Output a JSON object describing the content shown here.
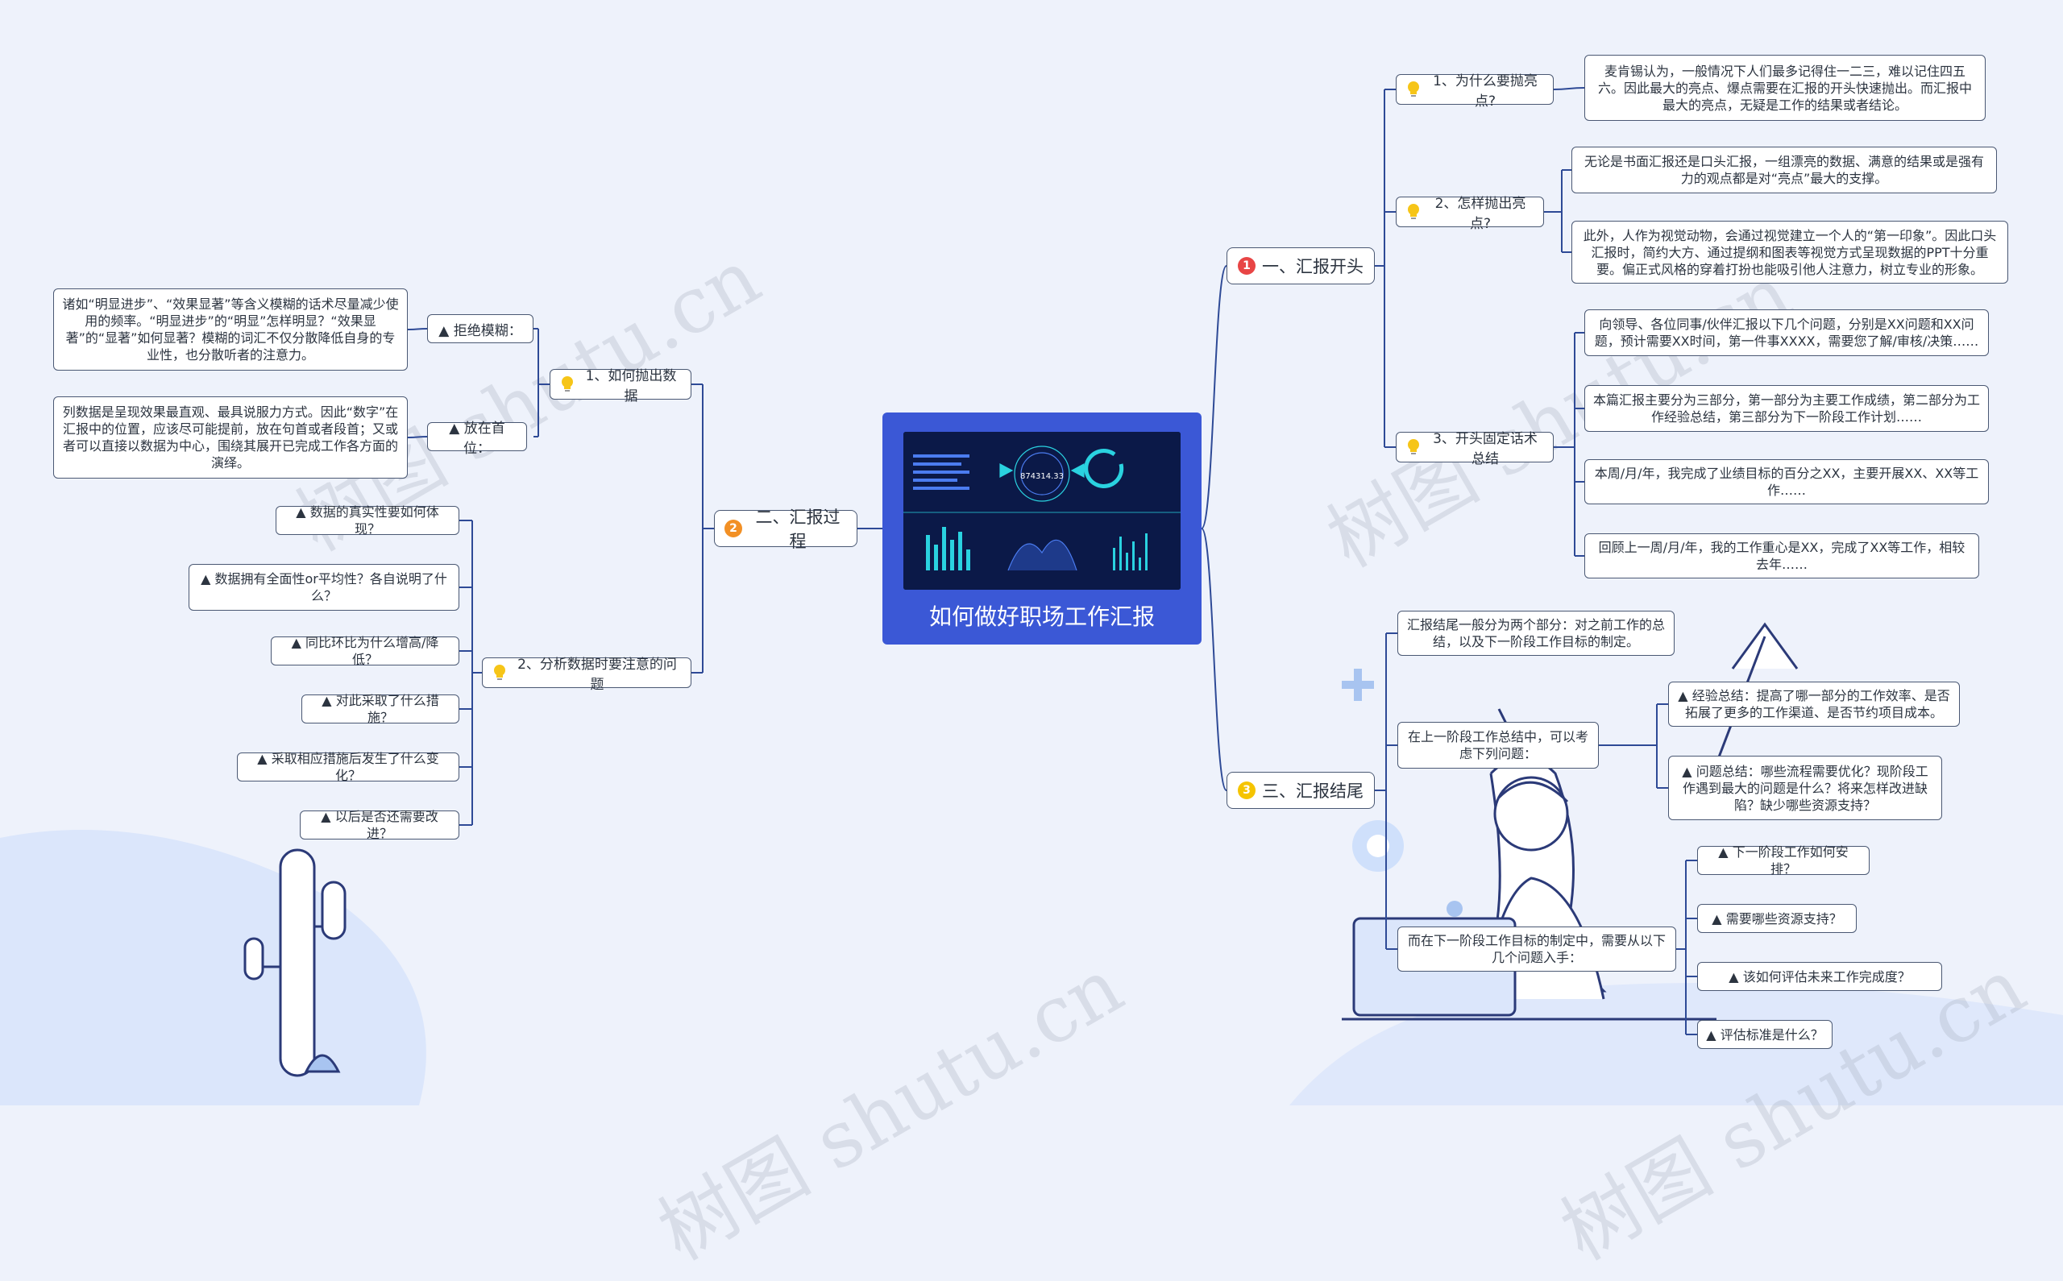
{
  "central": {
    "title": "如何做好职场工作汇报"
  },
  "colors": {
    "line": "#2e4a96",
    "red": "#e84545",
    "orange": "#f29025",
    "yellow": "#f5c400",
    "bulb": "#f6c518"
  },
  "watermark": "树图 shutu.cn",
  "branches": {
    "b1": {
      "label": "一、汇报开头",
      "num": "1",
      "subs": [
        {
          "label": "1、为什么要抛亮点?",
          "leaves": [
            "麦肯锡认为，一般情况下人们最多记得住一二三，难以记住四五六。因此最大的亮点、爆点需要在汇报的开头快速抛出。而汇报中最大的亮点，无疑是工作的结果或者结论。"
          ]
        },
        {
          "label": "2、怎样抛出亮点?",
          "leaves": [
            "无论是书面汇报还是口头汇报，一组漂亮的数据、满意的结果或是强有力的观点都是对“亮点”最大的支撑。",
            "此外，人作为视觉动物，会通过视觉建立一个人的“第一印象”。因此口头汇报时，简约大方、通过提纲和图表等视觉方式呈现数据的PPT十分重要。偏正式风格的穿着打扮也能吸引他人注意力，树立专业的形象。"
          ]
        },
        {
          "label": "3、开头固定话术总结",
          "leaves": [
            "向领导、各位同事/伙伴汇报以下几个问题，分别是XX问题和XX问题，预计需要XX时间，第一件事XXXX，需要您了解/审核/决策……",
            "本篇汇报主要分为三部分，第一部分为主要工作成绩，第二部分为工作经验总结，第三部分为下一阶段工作计划……",
            "本周/月/年，我完成了业绩目标的百分之XX，主要开展XX、XX等工作……",
            "回顾上一周/月/年，我的工作重心是XX，完成了XX等工作，相较去年……"
          ]
        }
      ]
    },
    "b2": {
      "label": "二、汇报过程",
      "num": "2",
      "subs": [
        {
          "label": "1、如何抛出数据",
          "groups": [
            {
              "label": "▲ 拒绝模糊：",
              "leaf": "诸如“明显进步”、“效果显著”等含义模糊的话术尽量减少使用的频率。“明显进步”的“明显”怎样明显？“效果显著”的“显著”如何显著？模糊的词汇不仅分散降低自身的专业性，也分散听者的注意力。"
            },
            {
              "label": "▲ 放在首位：",
              "leaf": "列数据是呈现效果最直观、最具说服力方式。因此“数字”在汇报中的位置，应该尽可能提前，放在句首或者段首；又或者可以直接以数据为中心，围绕其展开已完成工作各方面的演绎。"
            }
          ]
        },
        {
          "label": "2、分析数据时要注意的问题",
          "leaves": [
            "▲ 数据的真实性要如何体现？",
            "▲ 数据拥有全面性or平均性？各自说明了什么？",
            "▲ 同比环比为什么增高/降低？",
            "▲ 对此采取了什么措施？",
            "▲ 采取相应措施后发生了什么变化？",
            "▲ 以后是否还需要改进？"
          ]
        }
      ]
    },
    "b3": {
      "label": "三、汇报结尾",
      "num": "3",
      "subs": [
        {
          "label": "汇报结尾一般分为两个部分：对之前工作的总结，以及下一阶段工作目标的制定。"
        },
        {
          "label": "在上一阶段工作总结中，可以考虑下列问题：",
          "leaves": [
            "▲ 经验总结：提高了哪一部分的工作效率、是否拓展了更多的工作渠道、是否节约项目成本。",
            "▲ 问题总结：哪些流程需要优化？现阶段工作遇到最大的问题是什么？将来怎样改进缺陷？缺少哪些资源支持？"
          ]
        },
        {
          "label": "而在下一阶段工作目标的制定中，需要从以下几个问题入手：",
          "leaves": [
            "▲ 下一阶段工作如何安排？",
            "▲ 需要哪些资源支持？",
            "▲ 该如何评估未来工作完成度？",
            "▲ 评估标准是什么？"
          ]
        }
      ]
    }
  }
}
